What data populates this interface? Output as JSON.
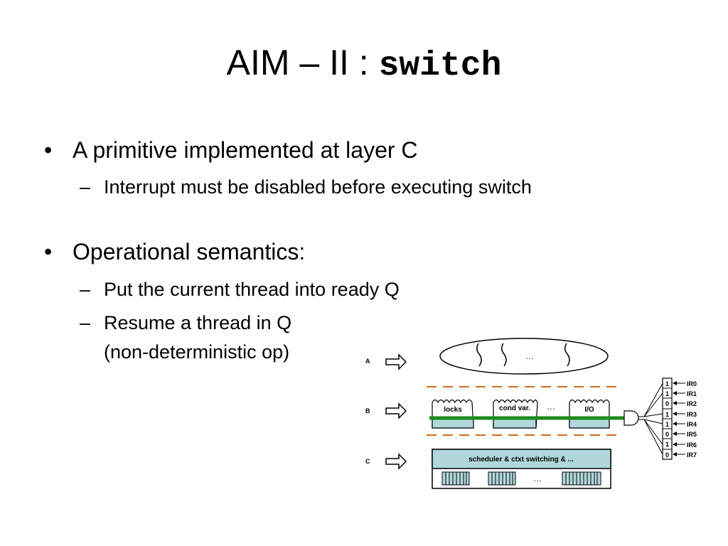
{
  "slide": {
    "title_prefix": "AIM – II : ",
    "title_code": "switch",
    "bullets": [
      {
        "text": "A primitive implemented at layer C",
        "subs": [
          "Interrupt must be disabled before executing switch"
        ]
      },
      {
        "text": "Operational semantics:",
        "subs": [
          "Put the current thread into ready Q",
          "Resume a thread in Q",
          "(non-deterministic op)"
        ]
      }
    ],
    "bullet_glyph": "•",
    "sub_glyph": "–"
  },
  "diagram": {
    "layers": [
      "A",
      "B",
      "C"
    ],
    "modules": [
      "locks",
      "cond var.",
      "I/O"
    ],
    "ellipsis": "…",
    "scheduler_label": "scheduler  &  ctxt switching  &  ...",
    "interrupt_bits": [
      "1",
      "1",
      "0",
      "1",
      "1",
      "0",
      "1",
      "0"
    ],
    "interrupt_lines": [
      "IR0",
      "IR1",
      "IR2",
      "IR3",
      "IR4",
      "IR5",
      "IR6",
      "IR7"
    ],
    "colors": {
      "bus": "#1a8a1a",
      "dash": "#d2691e",
      "box": "#b0d8dc"
    }
  }
}
